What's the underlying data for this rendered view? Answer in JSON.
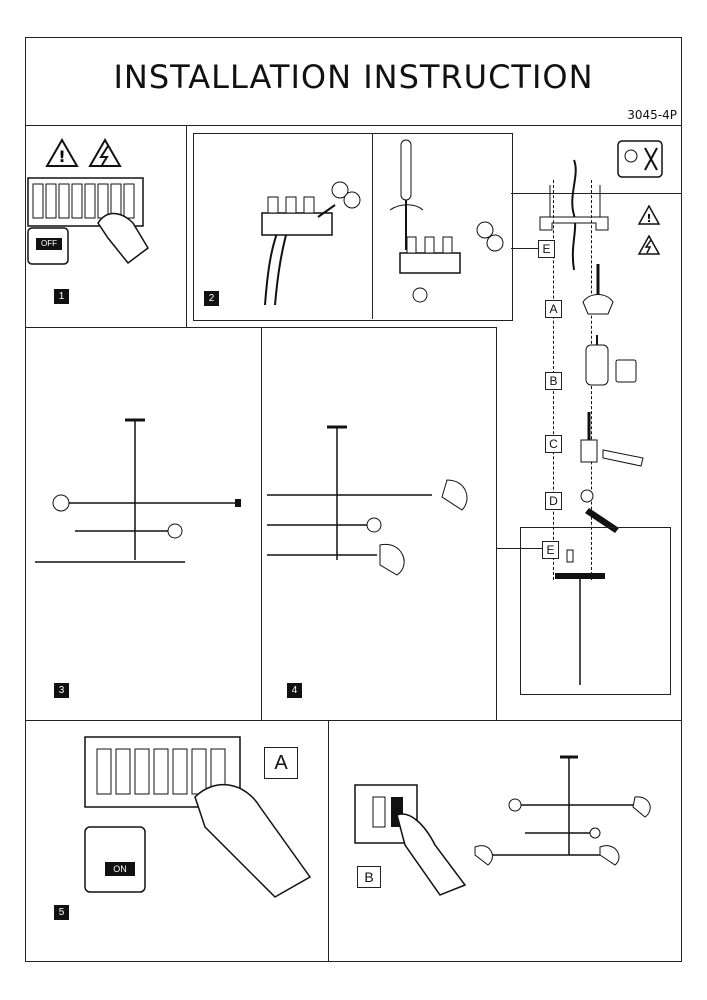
{
  "document": {
    "title": "INSTALLATION INSTRUCTION",
    "model_code": "3045-4P"
  },
  "steps": [
    {
      "number": "1"
    },
    {
      "number": "2"
    },
    {
      "number": "3"
    },
    {
      "number": "4"
    },
    {
      "number": "5"
    }
  ],
  "labels": {
    "off": "OFF",
    "on": "ON",
    "tool_a": "A",
    "tool_b": "B",
    "tool_c": "C",
    "tool_d": "D",
    "tool_e": "E",
    "tool_e2": "E",
    "step5_a": "A",
    "step5_b": "B"
  }
}
